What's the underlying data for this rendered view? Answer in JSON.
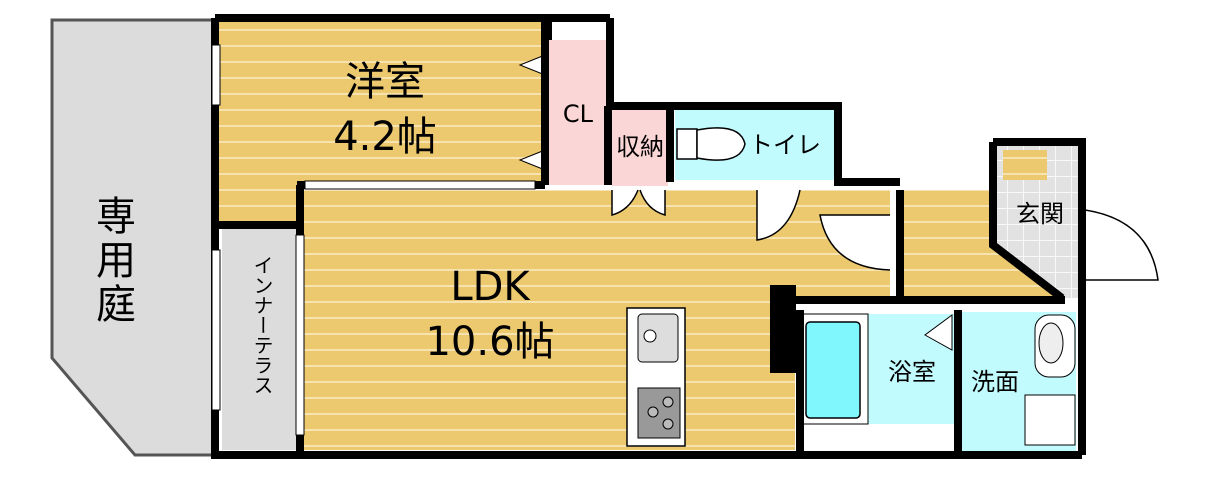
{
  "floor_plan": {
    "rooms": {
      "garden": "専用庭",
      "western_room": {
        "name": "洋室",
        "size": "4.2帖"
      },
      "closet": "CL",
      "storage": "収納",
      "toilet": "トイレ",
      "ldk": {
        "name": "LDK",
        "size": "10.6帖"
      },
      "inner_terrace": "インナーテラス",
      "entrance": "玄関",
      "bathroom": "浴室",
      "washroom": "洗面"
    },
    "colors": {
      "floor": "#ecc96f",
      "floor_stripe": "#f6e3b0",
      "wet": "#c2fbfd",
      "tub": "#7ff7fd",
      "storage": "#fbd6d6",
      "outdoor": "#dcdcdc",
      "wall": "#000000"
    }
  }
}
